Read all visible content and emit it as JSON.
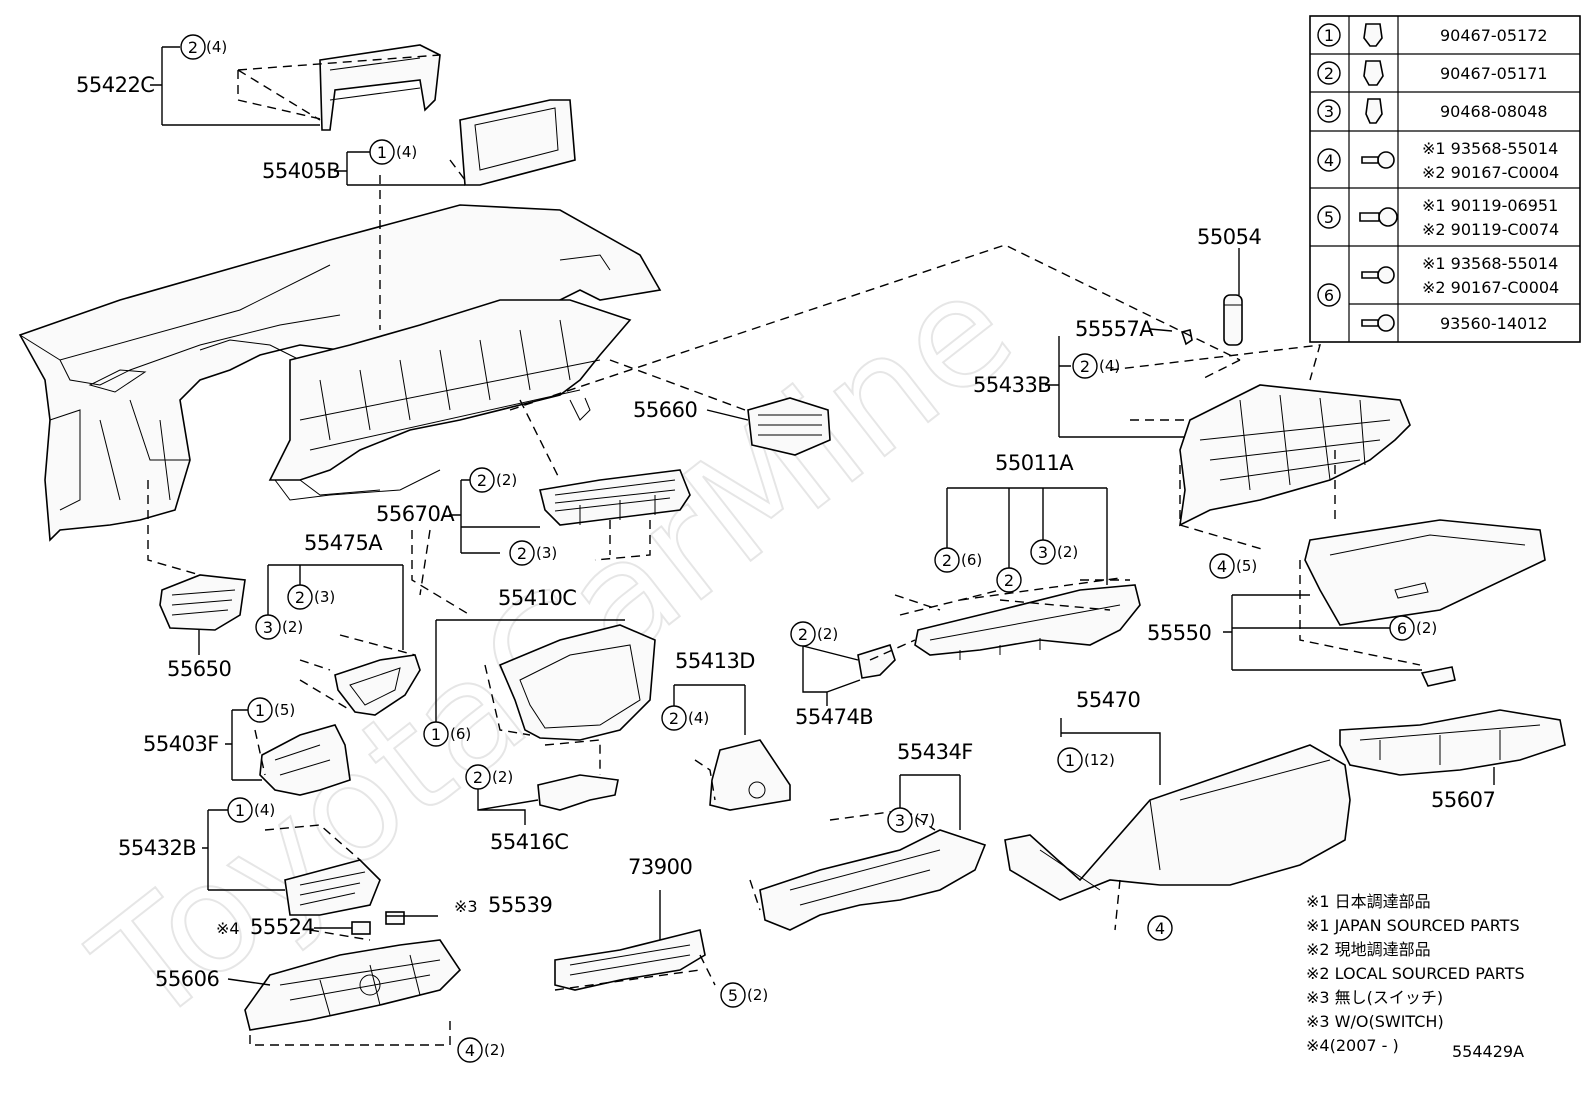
{
  "watermark": "ToyotaCarMine",
  "diagram_ref": "554429A",
  "labels": {
    "p55422C": "55422C",
    "p55405B": "55405B",
    "p55054": "55054",
    "p55557A": "55557A",
    "p55433B": "55433B",
    "p55660": "55660",
    "p55670A": "55670A",
    "p55011A": "55011A",
    "p55475A": "55475A",
    "p55650": "55650",
    "p55410C": "55410C",
    "p55413D": "55413D",
    "p55474B": "55474B",
    "p55550": "55550",
    "p55403F": "55403F",
    "p55470": "55470",
    "p55434F": "55434F",
    "p55607": "55607",
    "p55432B": "55432B",
    "p55416C": "55416C",
    "p73900": "73900",
    "p55524": "55524",
    "p55524_prefix": "※4",
    "p55539": "55539",
    "p55539_prefix": "※3",
    "p55606": "55606"
  },
  "callouts": {
    "c55422C": {
      "num": "2",
      "qty": "(4)"
    },
    "c55405B": {
      "num": "1",
      "qty": "(4)"
    },
    "c55433B": {
      "num": "2",
      "qty": "(4)"
    },
    "c55670A_top": {
      "num": "2",
      "qty": "(2)"
    },
    "c55670A_bot": {
      "num": "2",
      "qty": "(3)"
    },
    "c55011A_a": {
      "num": "2",
      "qty": "(6)"
    },
    "c55011A_b": {
      "num": "2",
      "qty": ""
    },
    "c55011A_c": {
      "num": "3",
      "qty": "(2)"
    },
    "c55550_top": {
      "num": "4",
      "qty": "(5)"
    },
    "c55550_bot": {
      "num": "6",
      "qty": "(2)"
    },
    "c55475A_a": {
      "num": "2",
      "qty": "(3)"
    },
    "c55475A_b": {
      "num": "3",
      "qty": "(2)"
    },
    "c55410C": {
      "num": "1",
      "qty": "(6)"
    },
    "c55413D": {
      "num": "2",
      "qty": "(4)"
    },
    "c55474B": {
      "num": "2",
      "qty": "(2)"
    },
    "c55403F": {
      "num": "1",
      "qty": "(5)"
    },
    "c55470": {
      "num": "1",
      "qty": "(12)"
    },
    "c55470_bot": {
      "num": "4",
      "qty": ""
    },
    "c55434F": {
      "num": "3",
      "qty": "(7)"
    },
    "c55432B": {
      "num": "1",
      "qty": "(4)"
    },
    "c55416C": {
      "num": "2",
      "qty": "(2)"
    },
    "c73900": {
      "num": "5",
      "qty": "(2)"
    },
    "c55606": {
      "num": "4",
      "qty": "(2)"
    }
  },
  "fastener_table": [
    {
      "num": "1",
      "icon": "clip-icon",
      "parts": [
        "90467-05172"
      ]
    },
    {
      "num": "2",
      "icon": "clip-icon",
      "parts": [
        "90467-05171"
      ]
    },
    {
      "num": "3",
      "icon": "clip-icon",
      "parts": [
        "90468-08048"
      ]
    },
    {
      "num": "4",
      "icon": "screw-icon",
      "parts": [
        "※1 93568-55014",
        "※2 90167-C0004"
      ]
    },
    {
      "num": "5",
      "icon": "bolt-icon",
      "parts": [
        "※1 90119-06951",
        "※2 90119-C0074"
      ]
    },
    {
      "num": "6",
      "icon": "screw-icon",
      "parts": [
        "※1 93568-55014",
        "※2 90167-C0004",
        "93560-14012"
      ]
    }
  ],
  "notes": [
    "※1 日本調達部品",
    "※1 JAPAN SOURCED PARTS",
    "※2 現地調達部品",
    "※2 LOCAL SOURCED PARTS",
    "※3 無し(スイッチ)",
    "※3 W/O(SWITCH)",
    "※4(2007 -      )"
  ]
}
